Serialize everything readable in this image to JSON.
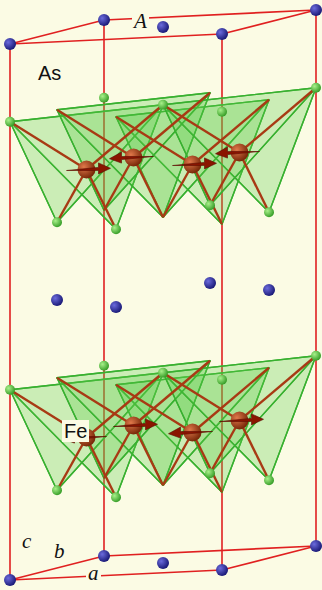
{
  "diagram": {
    "labels": [
      "A",
      "As",
      "Fe",
      "c",
      "b",
      "a"
    ]
  }
}
